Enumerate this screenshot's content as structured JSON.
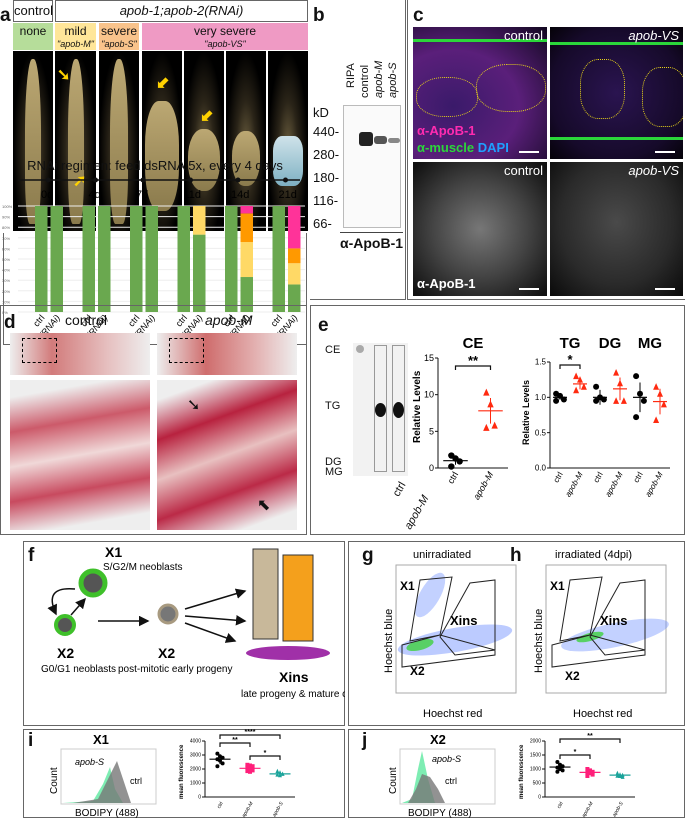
{
  "panels": {
    "a": "a",
    "b": "b",
    "c": "c",
    "d": "d",
    "e": "e",
    "f": "f",
    "g": "g",
    "h": "h",
    "i": "i",
    "j": "j"
  },
  "a": {
    "header_control": "control",
    "header_rnai": "apob-1;apob-2(RNAi)",
    "categories": [
      {
        "label": "none",
        "sub": "",
        "color": "#b6dd9a"
      },
      {
        "label": "mild",
        "sub": "\"apob-M\"",
        "color": "#ffe699"
      },
      {
        "label": "severe",
        "sub": "\"apob-S\"",
        "color": "#f9c38b"
      },
      {
        "label": "very severe",
        "sub": "\"apob-VS\"",
        "color": "#ef9ac4"
      }
    ],
    "regimen": "RNAi regimen: feed dsRNA 5x, every 4 days"
  },
  "chart_data": [
    {
      "id": "a-stacked",
      "type": "bar",
      "stacked": true,
      "days": [
        "0d",
        "4d",
        "7d",
        "11d",
        "14d",
        "21d"
      ],
      "groups": [
        "ctrl",
        "apob(RNAi)"
      ],
      "yticks": [
        "0%",
        "10%",
        "20%",
        "30%",
        "40%",
        "50%",
        "60%",
        "70%",
        "80%",
        "90%",
        "100%"
      ],
      "ylim": [
        0,
        100
      ],
      "grid": true,
      "series": [
        {
          "key": "none",
          "color": "#6aa84f",
          "values": [
            100,
            100,
            100,
            100,
            100,
            100,
            100,
            73,
            100,
            33,
            100,
            26
          ]
        },
        {
          "key": "mild",
          "color": "#ffd966",
          "values": [
            0,
            0,
            0,
            0,
            0,
            0,
            0,
            27,
            0,
            33,
            0,
            20
          ]
        },
        {
          "key": "severe",
          "color": "#ff9900",
          "values": [
            0,
            0,
            0,
            0,
            0,
            0,
            0,
            0,
            0,
            27,
            0,
            14
          ]
        },
        {
          "key": "very severe",
          "color": "#ff3399",
          "values": [
            0,
            0,
            0,
            0,
            0,
            0,
            0,
            0,
            0,
            7,
            0,
            40
          ]
        }
      ]
    },
    {
      "id": "e-ce",
      "type": "scatter",
      "title": "CE",
      "ylabel": "Relative Levels",
      "ylim": [
        0,
        15
      ],
      "yticks": [
        0,
        5,
        10,
        15
      ],
      "groups": [
        {
          "label": "ctrl",
          "color": "#000",
          "marker": "circle",
          "values": [
            1.7,
            1.3,
            0.9,
            0.2
          ],
          "mean": 1.0
        },
        {
          "label": "apob-M",
          "color": "#ff2a10",
          "marker": "triangle",
          "values": [
            10.3,
            8.7,
            5.8,
            5.5
          ],
          "mean": 7.8
        }
      ],
      "sig": [
        {
          "from": 0,
          "to": 1,
          "label": "**"
        }
      ]
    },
    {
      "id": "e-tg",
      "type": "scatter",
      "titles": [
        "TG",
        "DG",
        "MG"
      ],
      "ylabel": "Relative Levels",
      "ylim": [
        0,
        1.5
      ],
      "yticks": [
        "0.0",
        "0.5",
        "1.0",
        "1.5"
      ],
      "groups": [
        {
          "label": "ctrl",
          "color": "#000",
          "marker": "circle",
          "values": [
            1.05,
            1.02,
            0.97,
            0.95
          ],
          "mean": 1.0
        },
        {
          "label": "apob-M",
          "color": "#ff2a10",
          "marker": "triangle",
          "values": [
            1.3,
            1.25,
            1.15,
            1.1
          ],
          "mean": 1.19
        },
        {
          "label": "ctrl",
          "color": "#000",
          "marker": "circle",
          "values": [
            1.15,
            1.0,
            0.97,
            0.95
          ],
          "mean": 1.0
        },
        {
          "label": "apob-M",
          "color": "#ff2a10",
          "marker": "triangle",
          "values": [
            1.35,
            1.2,
            0.95,
            0.95
          ],
          "mean": 1.12
        },
        {
          "label": "ctrl",
          "color": "#000",
          "marker": "circle",
          "values": [
            1.3,
            1.05,
            0.95,
            0.72
          ],
          "mean": 1.0
        },
        {
          "label": "apob-M",
          "color": "#ff2a10",
          "marker": "triangle",
          "values": [
            1.15,
            1.05,
            0.9,
            0.68
          ],
          "mean": 0.94
        }
      ],
      "sig": [
        {
          "from": 0,
          "to": 1,
          "label": "*"
        }
      ]
    },
    {
      "id": "i-dots",
      "type": "scatter",
      "title": "",
      "ylabel": "mean fluorescence",
      "ylim": [
        0,
        4000
      ],
      "yticks": [
        0,
        1000,
        2000,
        3000,
        4000
      ],
      "groups": [
        {
          "label": "ctrl",
          "color": "#000",
          "marker": "circle",
          "values": [
            3100,
            2900,
            2800,
            2700,
            2600,
            2400,
            2200
          ],
          "mean": 2700
        },
        {
          "label": "apob-M",
          "color": "#ff1f7a",
          "marker": "square",
          "values": [
            2300,
            2250,
            2200,
            2100,
            2000,
            1900,
            1850,
            1800
          ],
          "mean": 2050
        },
        {
          "label": "apob-S",
          "color": "#1aa39a",
          "marker": "triangle",
          "values": [
            1850,
            1750,
            1650,
            1600,
            1550
          ],
          "mean": 1650
        }
      ],
      "sig": [
        {
          "from": 0,
          "to": 1,
          "label": "**"
        },
        {
          "from": 0,
          "to": 2,
          "label": "****"
        },
        {
          "from": 1,
          "to": 2,
          "label": "*"
        }
      ]
    },
    {
      "id": "j-dots",
      "type": "scatter",
      "title": "",
      "ylabel": "mean fluorescence",
      "ylim": [
        0,
        2000
      ],
      "yticks": [
        0,
        500,
        1000,
        1500,
        2000
      ],
      "groups": [
        {
          "label": "ctrl",
          "color": "#000",
          "marker": "circle",
          "values": [
            1250,
            1150,
            1100,
            1050,
            1000,
            950,
            900
          ],
          "mean": 1070
        },
        {
          "label": "apob-M",
          "color": "#ff1f7a",
          "marker": "square",
          "values": [
            1000,
            950,
            900,
            880,
            850,
            800,
            750
          ],
          "mean": 880
        },
        {
          "label": "apob-S",
          "color": "#1aa39a",
          "marker": "triangle",
          "values": [
            850,
            800,
            780,
            760,
            750,
            720
          ],
          "mean": 780
        }
      ],
      "sig": [
        {
          "from": 0,
          "to": 1,
          "label": "*"
        },
        {
          "from": 0,
          "to": 2,
          "label": "**"
        }
      ]
    }
  ],
  "b": {
    "lanes": [
      "RIPA",
      "control",
      "apob-M",
      "apob-S"
    ],
    "unit": "kD",
    "markers": [
      "440-",
      "280-",
      "180-",
      "116-",
      "66-"
    ],
    "antibody": "α-ApoB-1"
  },
  "c": {
    "top_left": "control",
    "top_right": "apob-VS",
    "bottom_left": "control",
    "bottom_right": "apob-VS",
    "stain1": "α-ApoB-1",
    "stain2": "α-muscle",
    "stain3": "DAPI",
    "bottom_stain": "α-ApoB-1"
  },
  "d": {
    "left": "control",
    "right": "apob-M"
  },
  "e": {
    "tlc_bands": [
      "CE",
      "TG",
      "DG",
      "MG"
    ],
    "tlc_lanes": [
      "ctrl",
      "apob-M"
    ]
  },
  "f": {
    "x1": "X1",
    "x1_sub": "S/G2/M neoblasts",
    "x2a": "X2",
    "x2a_sub": "G0/G1 neoblasts",
    "x2b": "X2",
    "x2b_sub": "post-mitotic early progeny",
    "xins": "Xins",
    "xins_sub": "late progeny & mature cells"
  },
  "g": {
    "title": "unirradiated",
    "ylabel": "Hoechst blue",
    "xlabel": "Hoechst red",
    "gates": [
      "X1",
      "Xins",
      "X2"
    ]
  },
  "h": {
    "title": "irradiated (4dpi)",
    "ylabel": "Hoechst blue",
    "xlabel": "Hoechst red",
    "gates": [
      "X1",
      "Xins",
      "X2"
    ]
  },
  "i": {
    "title": "X1",
    "ylabel": "Count",
    "xlabel": "BODIPY (488)",
    "label_s": "apob-S",
    "label_ctrl": "ctrl"
  },
  "j": {
    "title": "X2",
    "ylabel": "Count",
    "xlabel": "BODIPY (488)",
    "label_s": "apob-S",
    "label_ctrl": "ctrl"
  }
}
